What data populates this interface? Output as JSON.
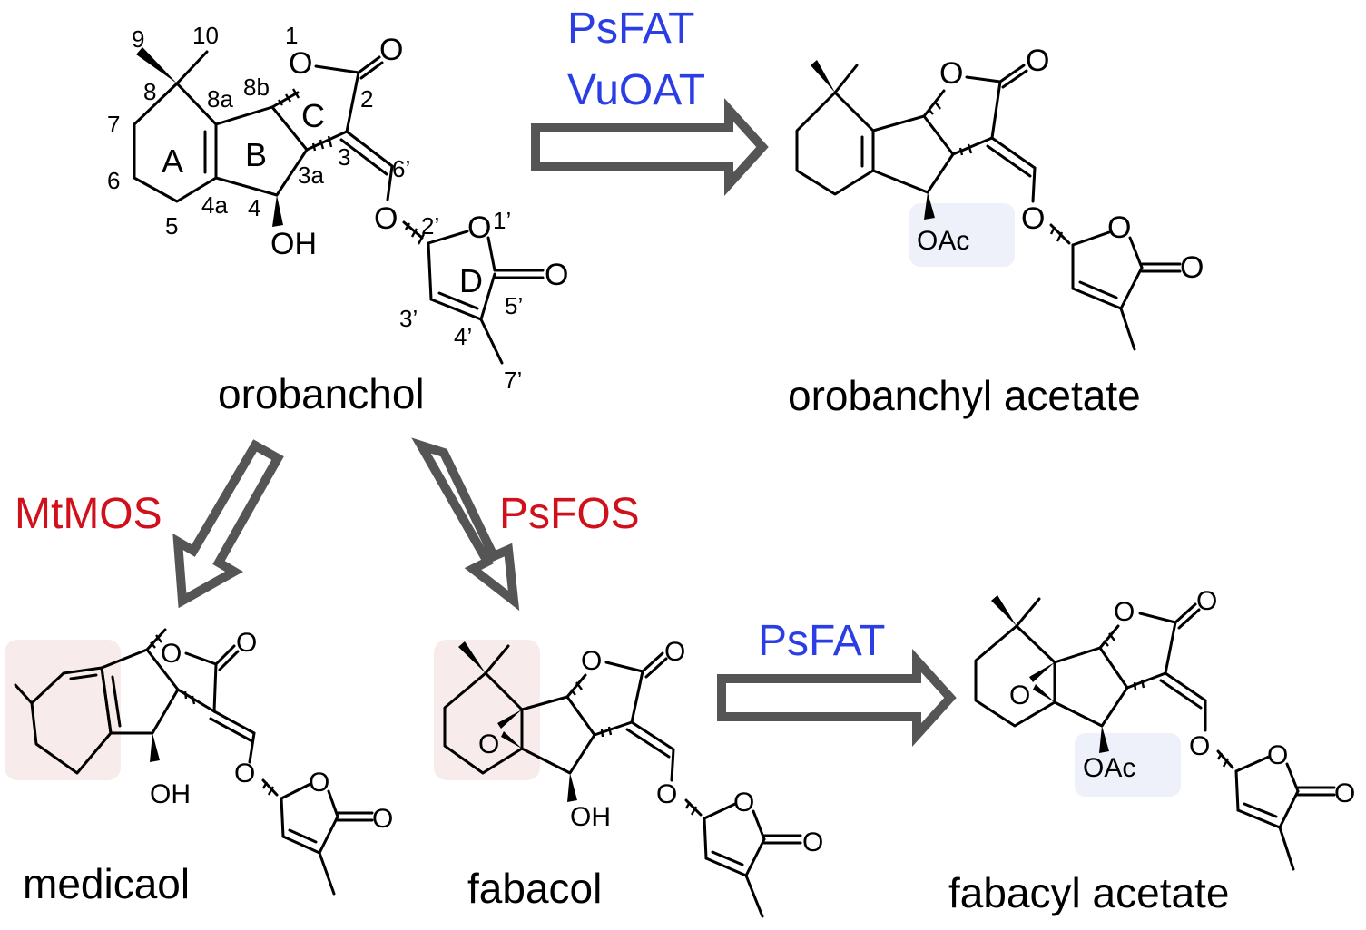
{
  "compounds": {
    "orobanchol": "orobanchol",
    "orobanchyl_acetate": "orobanchyl acetate",
    "medicaol": "medicaol",
    "fabacol": "fabacol",
    "fabacyl_acetate": "fabacyl acetate"
  },
  "enzymes": {
    "psfat_top": "PsFAT",
    "vuoat": "VuOAT",
    "mtmos": "MtMOS",
    "psfos": "PsFOS",
    "psfat_bottom": "PsFAT"
  },
  "atoms": {
    "O": "O",
    "OH": "OH",
    "OAc": "OAc"
  },
  "rings": {
    "A": "A",
    "B": "B",
    "C": "C",
    "D": "D"
  },
  "numbering": {
    "n1": "1",
    "n2": "2",
    "n3": "3",
    "n3a": "3a",
    "n4": "4",
    "n4a": "4a",
    "n5": "5",
    "n6": "6",
    "n7": "7",
    "n8": "8",
    "n8a": "8a",
    "n8b": "8b",
    "n9": "9",
    "n10": "10",
    "n1p": "1’",
    "n2p": "2’",
    "n3p": "3’",
    "n4p": "4’",
    "n5p": "5’",
    "n6p": "6’",
    "n7p": "7’"
  },
  "colors": {
    "enzyme_blue": "#2b3ee6",
    "enzyme_red": "#d0101a",
    "arrow_gray": "#555555",
    "highlight_pink": "#f7eceb",
    "highlight_blue": "#eef0fa"
  }
}
